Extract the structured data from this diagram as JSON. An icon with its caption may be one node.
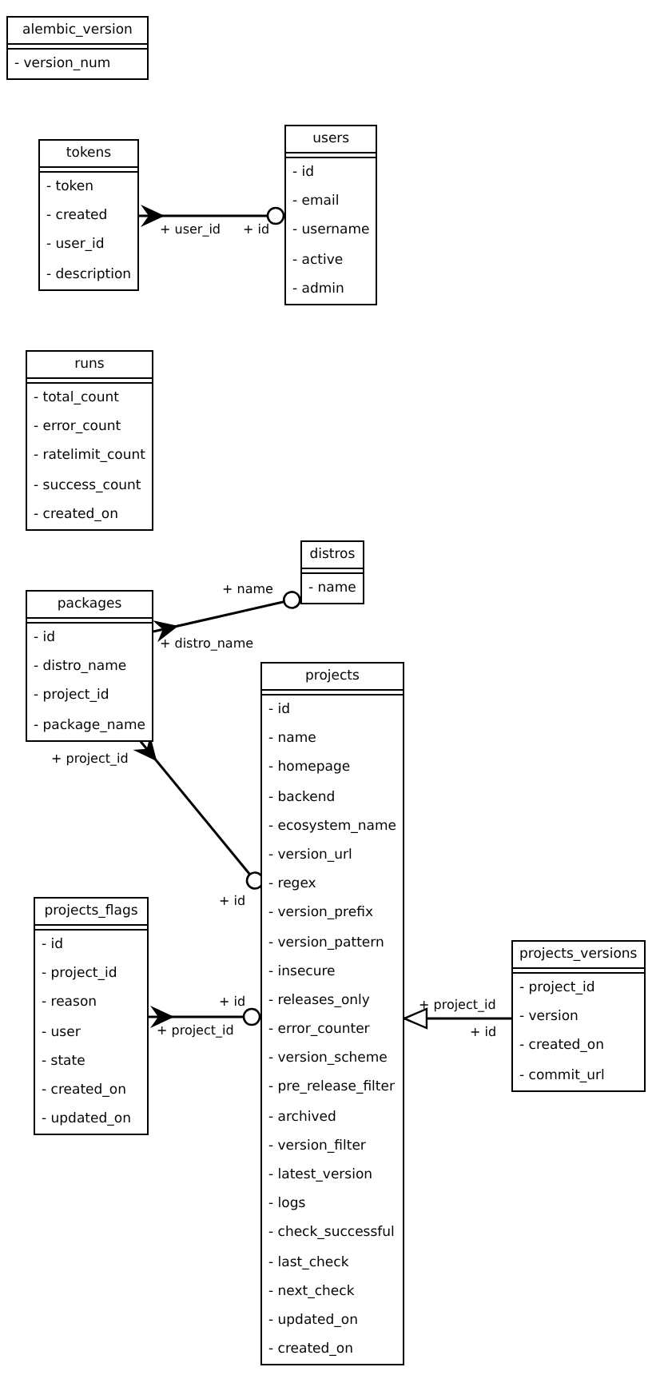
{
  "diagram": {
    "nodes": [
      {
        "text": [
          "alembic_version",
          "- version_num"
        ]
      },
      {
        "text": [
          "tokens",
          "- token",
          "- created",
          "- user_id",
          "- description"
        ]
      },
      {
        "text": [
          "users",
          "- id",
          "- email",
          "- username",
          "- active",
          "- admin"
        ]
      },
      {
        "text": [
          "runs",
          "- total_count",
          "- error_count",
          "- ratelimit_count",
          "- success_count",
          "- created_on"
        ]
      },
      {
        "text": [
          "distros",
          "- name"
        ]
      },
      {
        "text": [
          "packages",
          "- id",
          "- distro_name",
          "- project_id",
          "- package_name"
        ]
      },
      {
        "text": [
          "projects",
          "- id",
          "- name",
          "- homepage",
          "- backend",
          "- ecosystem_name",
          "- version_url",
          "- regex",
          "- version_prefix",
          "- version_pattern",
          "- insecure",
          "- releases_only",
          "- error_counter",
          "- version_scheme",
          "- pre_release_filter",
          "- archived",
          "- version_filter",
          "- latest_version",
          "- logs",
          "- check_successful",
          "- last_check",
          "- next_check",
          "- updated_on",
          "- created_on"
        ]
      },
      {
        "text": [
          "projects_flags",
          "- id",
          "- project_id",
          "- reason",
          "- user",
          "- state",
          "- created_on",
          "- updated_on"
        ]
      },
      {
        "text": [
          "projects_versions",
          "- project_id",
          "- version",
          "- created_on",
          "- commit_url"
        ]
      }
    ],
    "edges": [
      {
        "from": 1,
        "to": 2,
        "arrow": "other"
      },
      {
        "from": 5,
        "to": 4,
        "arrow": "other"
      },
      {
        "from": 5,
        "to": 6,
        "arrow": "other"
      },
      {
        "from": 7,
        "to": 6,
        "arrow": "other"
      },
      {
        "from": 8,
        "to": 6,
        "arrow": "to"
      }
    ],
    "labels": [
      "+ user_id",
      "+ id",
      "+ name",
      "+ distro_name",
      "+ project_id",
      "+ id",
      "+ id",
      "+ project_id",
      "+ project_id",
      "+ id"
    ]
  }
}
